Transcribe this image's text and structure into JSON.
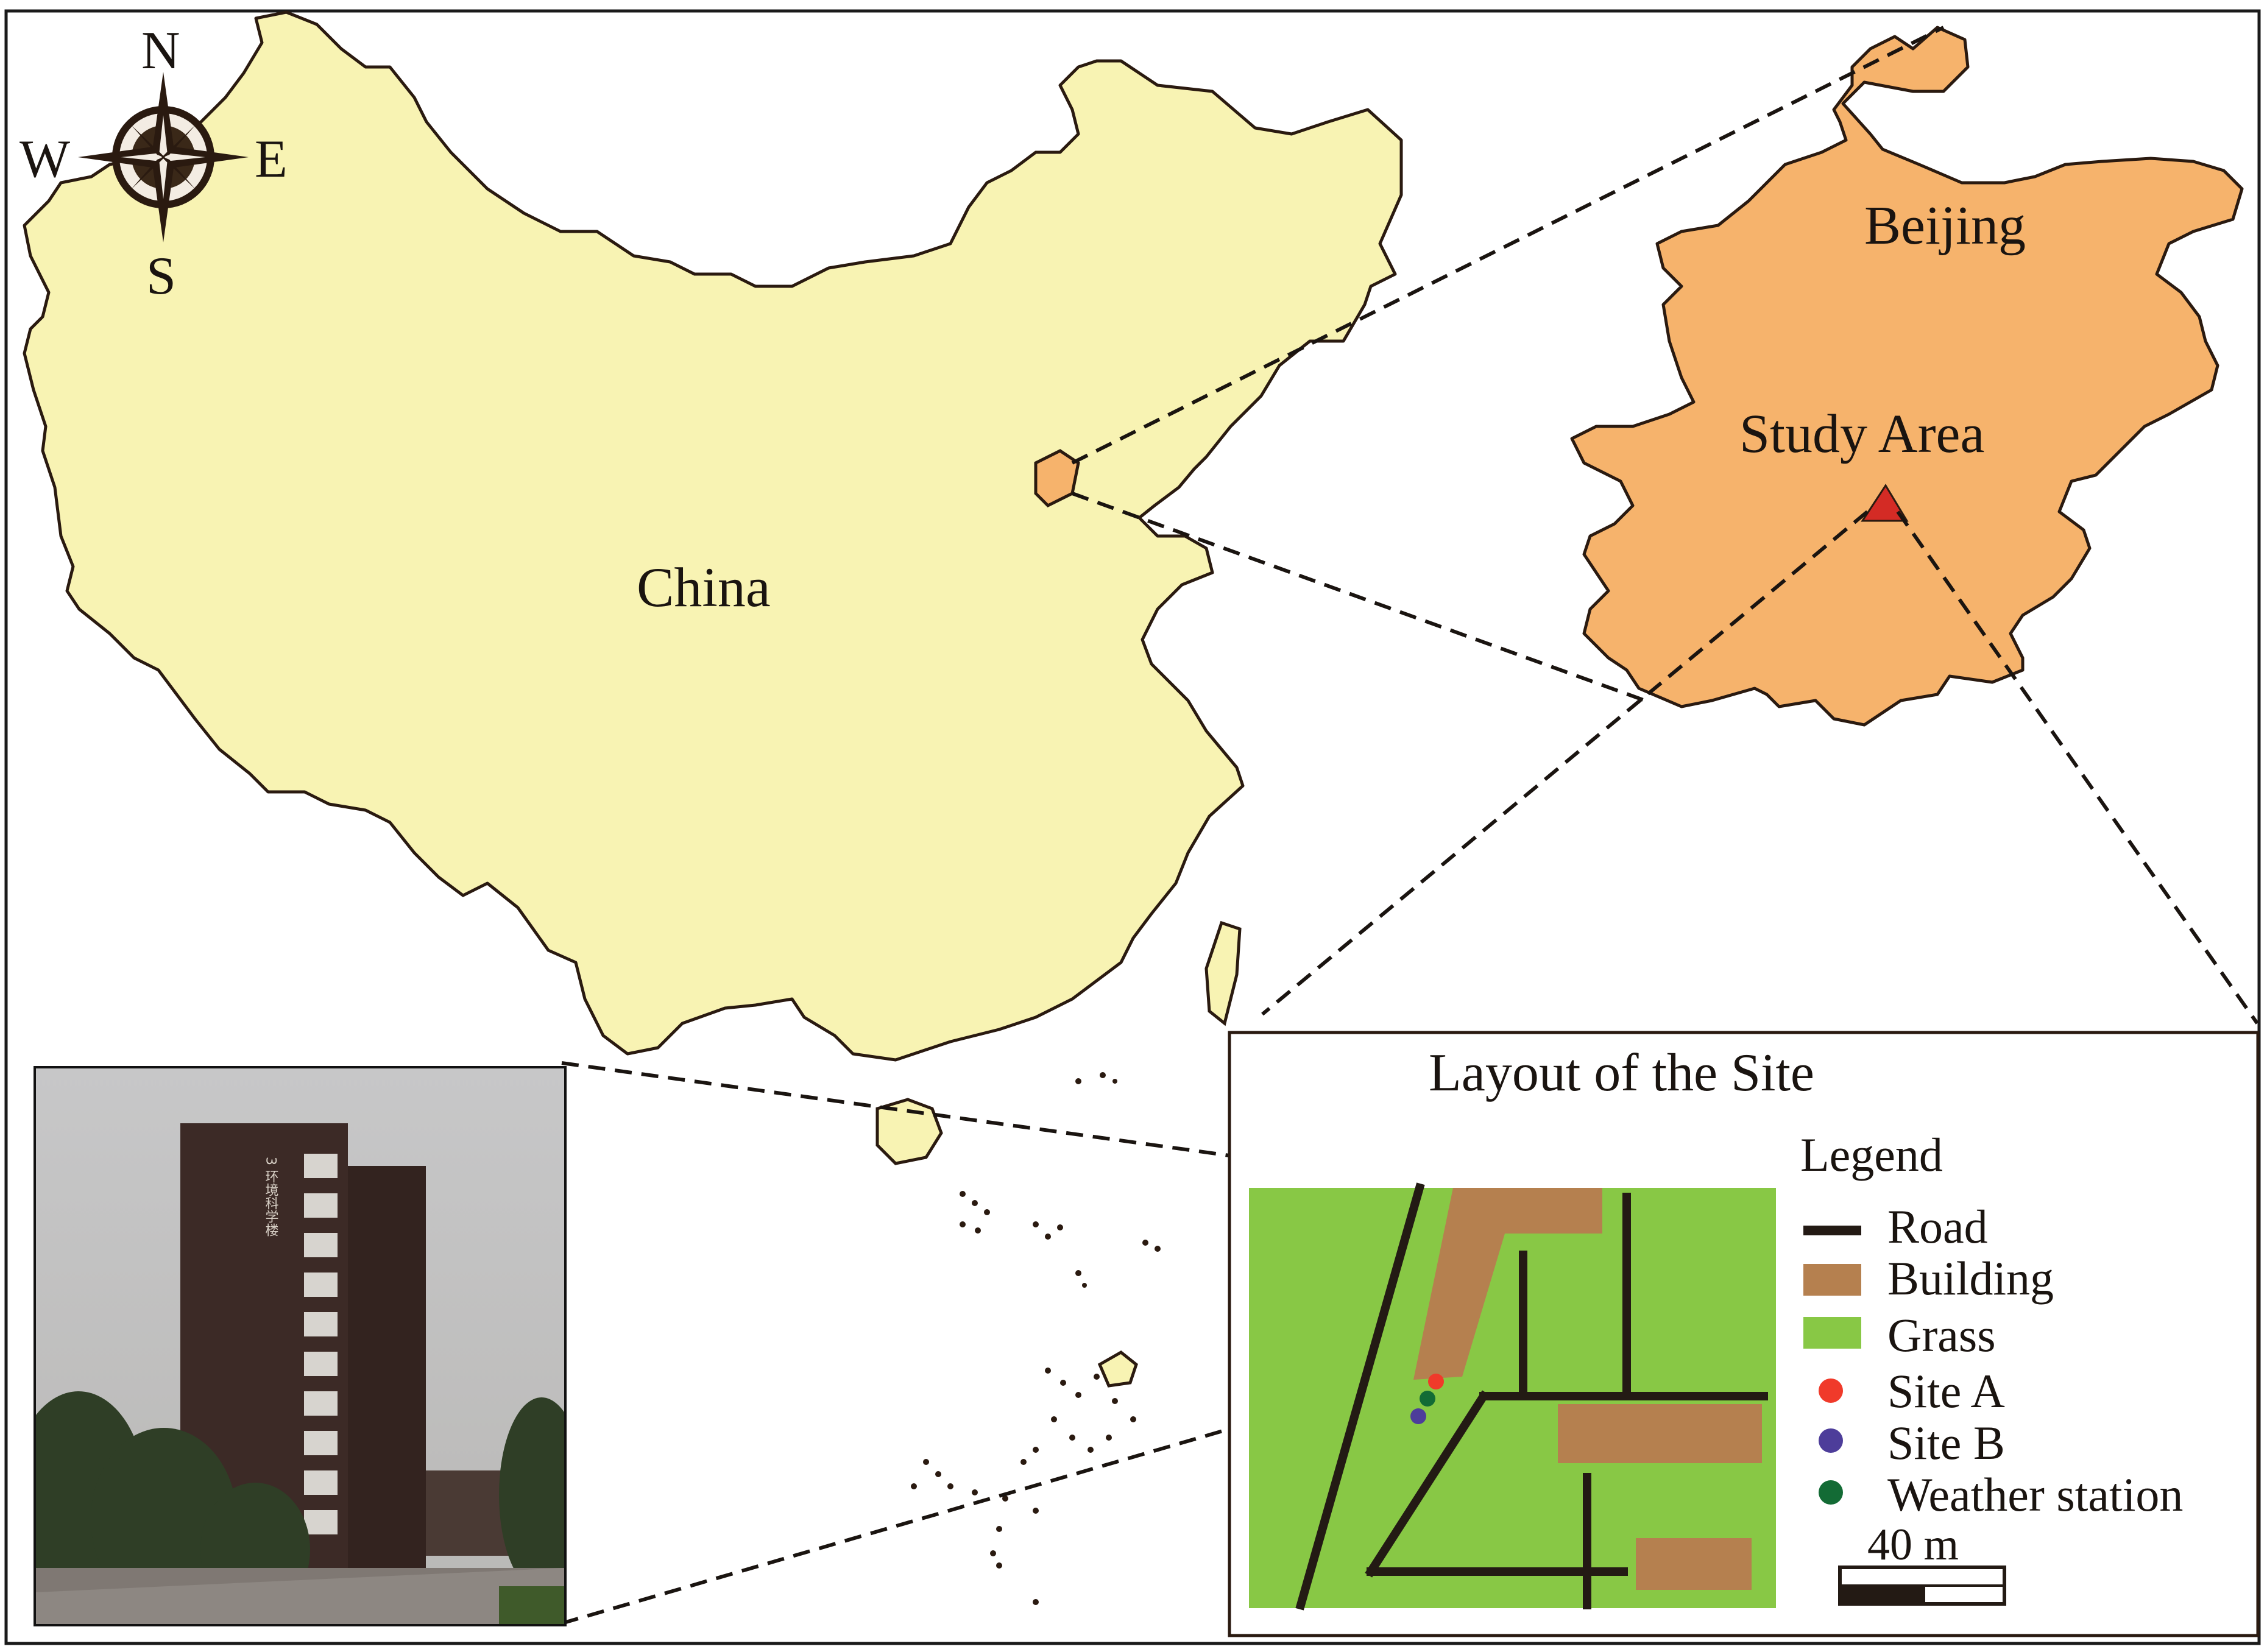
{
  "compass": {
    "north": "N",
    "south": "S",
    "east": "E",
    "west": "W",
    "icon": "compass-rose-icon"
  },
  "labels": {
    "china": "China",
    "beijing": "Beijing",
    "study_area": "Study Area",
    "layout_title": "Layout of the Site"
  },
  "building_sign": "3 环境科学楼",
  "legend": {
    "title": "Legend",
    "items": [
      {
        "label": "Road",
        "symbol": "line",
        "color": "#231a14"
      },
      {
        "label": "Building",
        "symbol": "rect",
        "color": "#b5804f"
      },
      {
        "label": "Grass",
        "symbol": "rect",
        "color": "#88c845"
      },
      {
        "label": "Site A",
        "symbol": "dot",
        "color": "#f03a2a"
      },
      {
        "label": "Site B",
        "symbol": "dot",
        "color": "#4d3d9a"
      },
      {
        "label": "Weather station",
        "symbol": "dot",
        "color": "#136b35"
      }
    ]
  },
  "scale_bar": {
    "label": "40 m"
  },
  "colors": {
    "china_fill": "#f8f3b3",
    "beijing_fill": "#f6b36c",
    "border": "#2a1a10",
    "study_area_marker": "#d42b25",
    "grass": "#88c845",
    "building": "#b5804f",
    "road": "#231a14"
  }
}
